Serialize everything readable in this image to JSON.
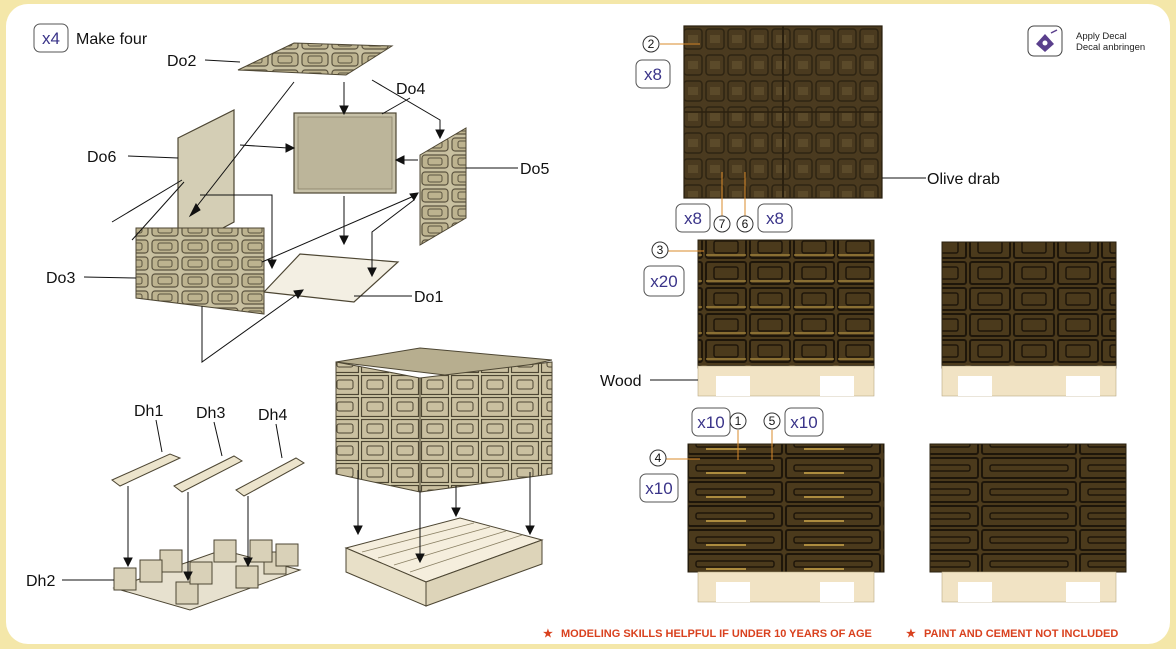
{
  "header": {
    "multiplier": "x4",
    "title": "Make four"
  },
  "decal_legend": {
    "line1": "Apply Decal",
    "line2": "Decal anbringen"
  },
  "parts": {
    "do1": "Do1",
    "do2": "Do2",
    "do3": "Do3",
    "do4": "Do4",
    "do5": "Do5",
    "do6": "Do6",
    "dh1": "Dh1",
    "dh2": "Dh2",
    "dh3": "Dh3",
    "dh4": "Dh4"
  },
  "colors": {
    "olive": "Olive drab",
    "wood": "Wood"
  },
  "callouts": {
    "n2": "2",
    "q2": "x8",
    "n7": "7",
    "q7": "x8",
    "n6": "6",
    "q6": "x8",
    "n3": "3",
    "q3": "x20",
    "n1": "1",
    "q1": "x10",
    "n5": "5",
    "q5": "x10",
    "n4": "4",
    "q4": "x10"
  },
  "footer": {
    "star": "★",
    "note1": "MODELING SKILLS HELPFUL IF UNDER 10 YEARS OF AGE",
    "note2": "PAINT AND CEMENT NOT INCLUDED"
  },
  "palette": {
    "olive": "#4a3a1f",
    "crate_light": "#b9ae8a",
    "pallet": "#f1e3c4",
    "accent": "#3a3489",
    "footer": "#d9411e"
  }
}
